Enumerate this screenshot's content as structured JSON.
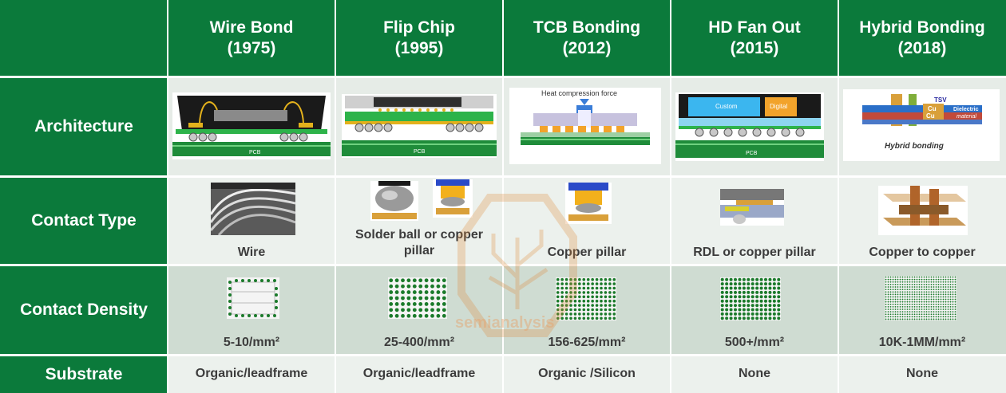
{
  "columns": [
    {
      "title": "Wire Bond\n(1975)"
    },
    {
      "title": "Flip Chip\n(1995)"
    },
    {
      "title": "TCB Bonding\n(2012)"
    },
    {
      "title": "HD Fan Out\n(2015)"
    },
    {
      "title": "Hybrid Bonding\n(2018)"
    }
  ],
  "rows": {
    "architecture": "Architecture",
    "contact_type": "Contact Type",
    "contact_density": "Contact Density",
    "substrate": "Substrate"
  },
  "architecture_labels": {
    "pcb": "PCB",
    "heat": "Heat compression force",
    "custom": "Custom",
    "digital": "Digital",
    "tsv": "TSV",
    "cu": "Cu",
    "dielectric": "Dielectric",
    "material": "material",
    "hybrid": "Hybrid bonding"
  },
  "contact_types": [
    "Wire",
    "Solder ball or copper\npillar",
    "Copper pillar",
    "RDL or copper pillar",
    "Copper to copper"
  ],
  "contact_densities": [
    "5-10/mm²",
    "25-400/mm²",
    "156-625/mm²",
    "500+/mm²",
    "10K-1MM/mm²"
  ],
  "substrates": [
    "Organic/leadframe",
    "Organic/leadframe",
    "Organic /Silicon",
    "None",
    "None"
  ],
  "watermark": "semianalysis"
}
